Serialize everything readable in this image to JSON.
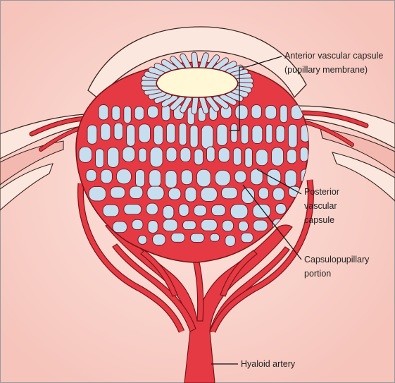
{
  "labels": {
    "anterior_line1": "Anterior vascular capsule",
    "anterior_line2": "(pupillary membrane)",
    "posterior_line1": "Posterior",
    "posterior_line2": "vascular",
    "posterior_line3": "capsule",
    "capsulo_line1": "Capsulopupillary",
    "capsulo_line2": "portion",
    "hyaloid": "Hyaloid artery"
  },
  "colors": {
    "background_glow": "#f7c9c2",
    "vessel_red": "#e53a44",
    "vessel_outline": "#7a1418",
    "lens_space": "#c7deef",
    "pupil_fill": "#fff7d6",
    "cornea_fill": "#fbe7dd",
    "iris_band": "#f3b9b0"
  }
}
